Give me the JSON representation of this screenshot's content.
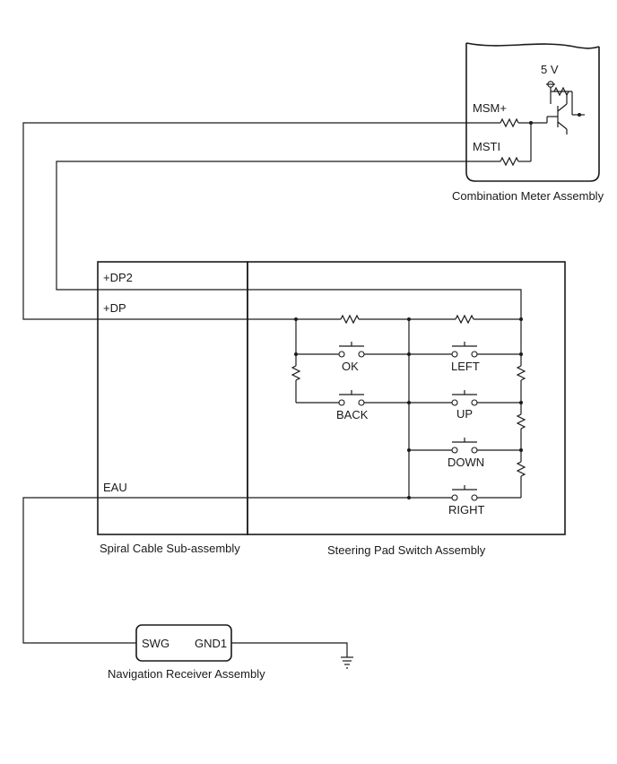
{
  "assemblies": {
    "combination_meter": "Combination Meter Assembly",
    "spiral_cable": "Spiral Cable Sub-assembly",
    "steering_pad": "Steering Pad Switch Assembly",
    "navigation_receiver": "Navigation Receiver Assembly"
  },
  "meter_pins": {
    "supply": "5 V",
    "msm_plus": "MSM+",
    "msti": "MSTI"
  },
  "spiral_pins": {
    "dp2": "+DP2",
    "dp": "+DP",
    "eau": "EAU"
  },
  "switches": {
    "ok": "OK",
    "left": "LEFT",
    "back": "BACK",
    "up": "UP",
    "down": "DOWN",
    "right": "RIGHT"
  },
  "nav_pins": {
    "swg": "SWG",
    "gnd1": "GND1"
  }
}
